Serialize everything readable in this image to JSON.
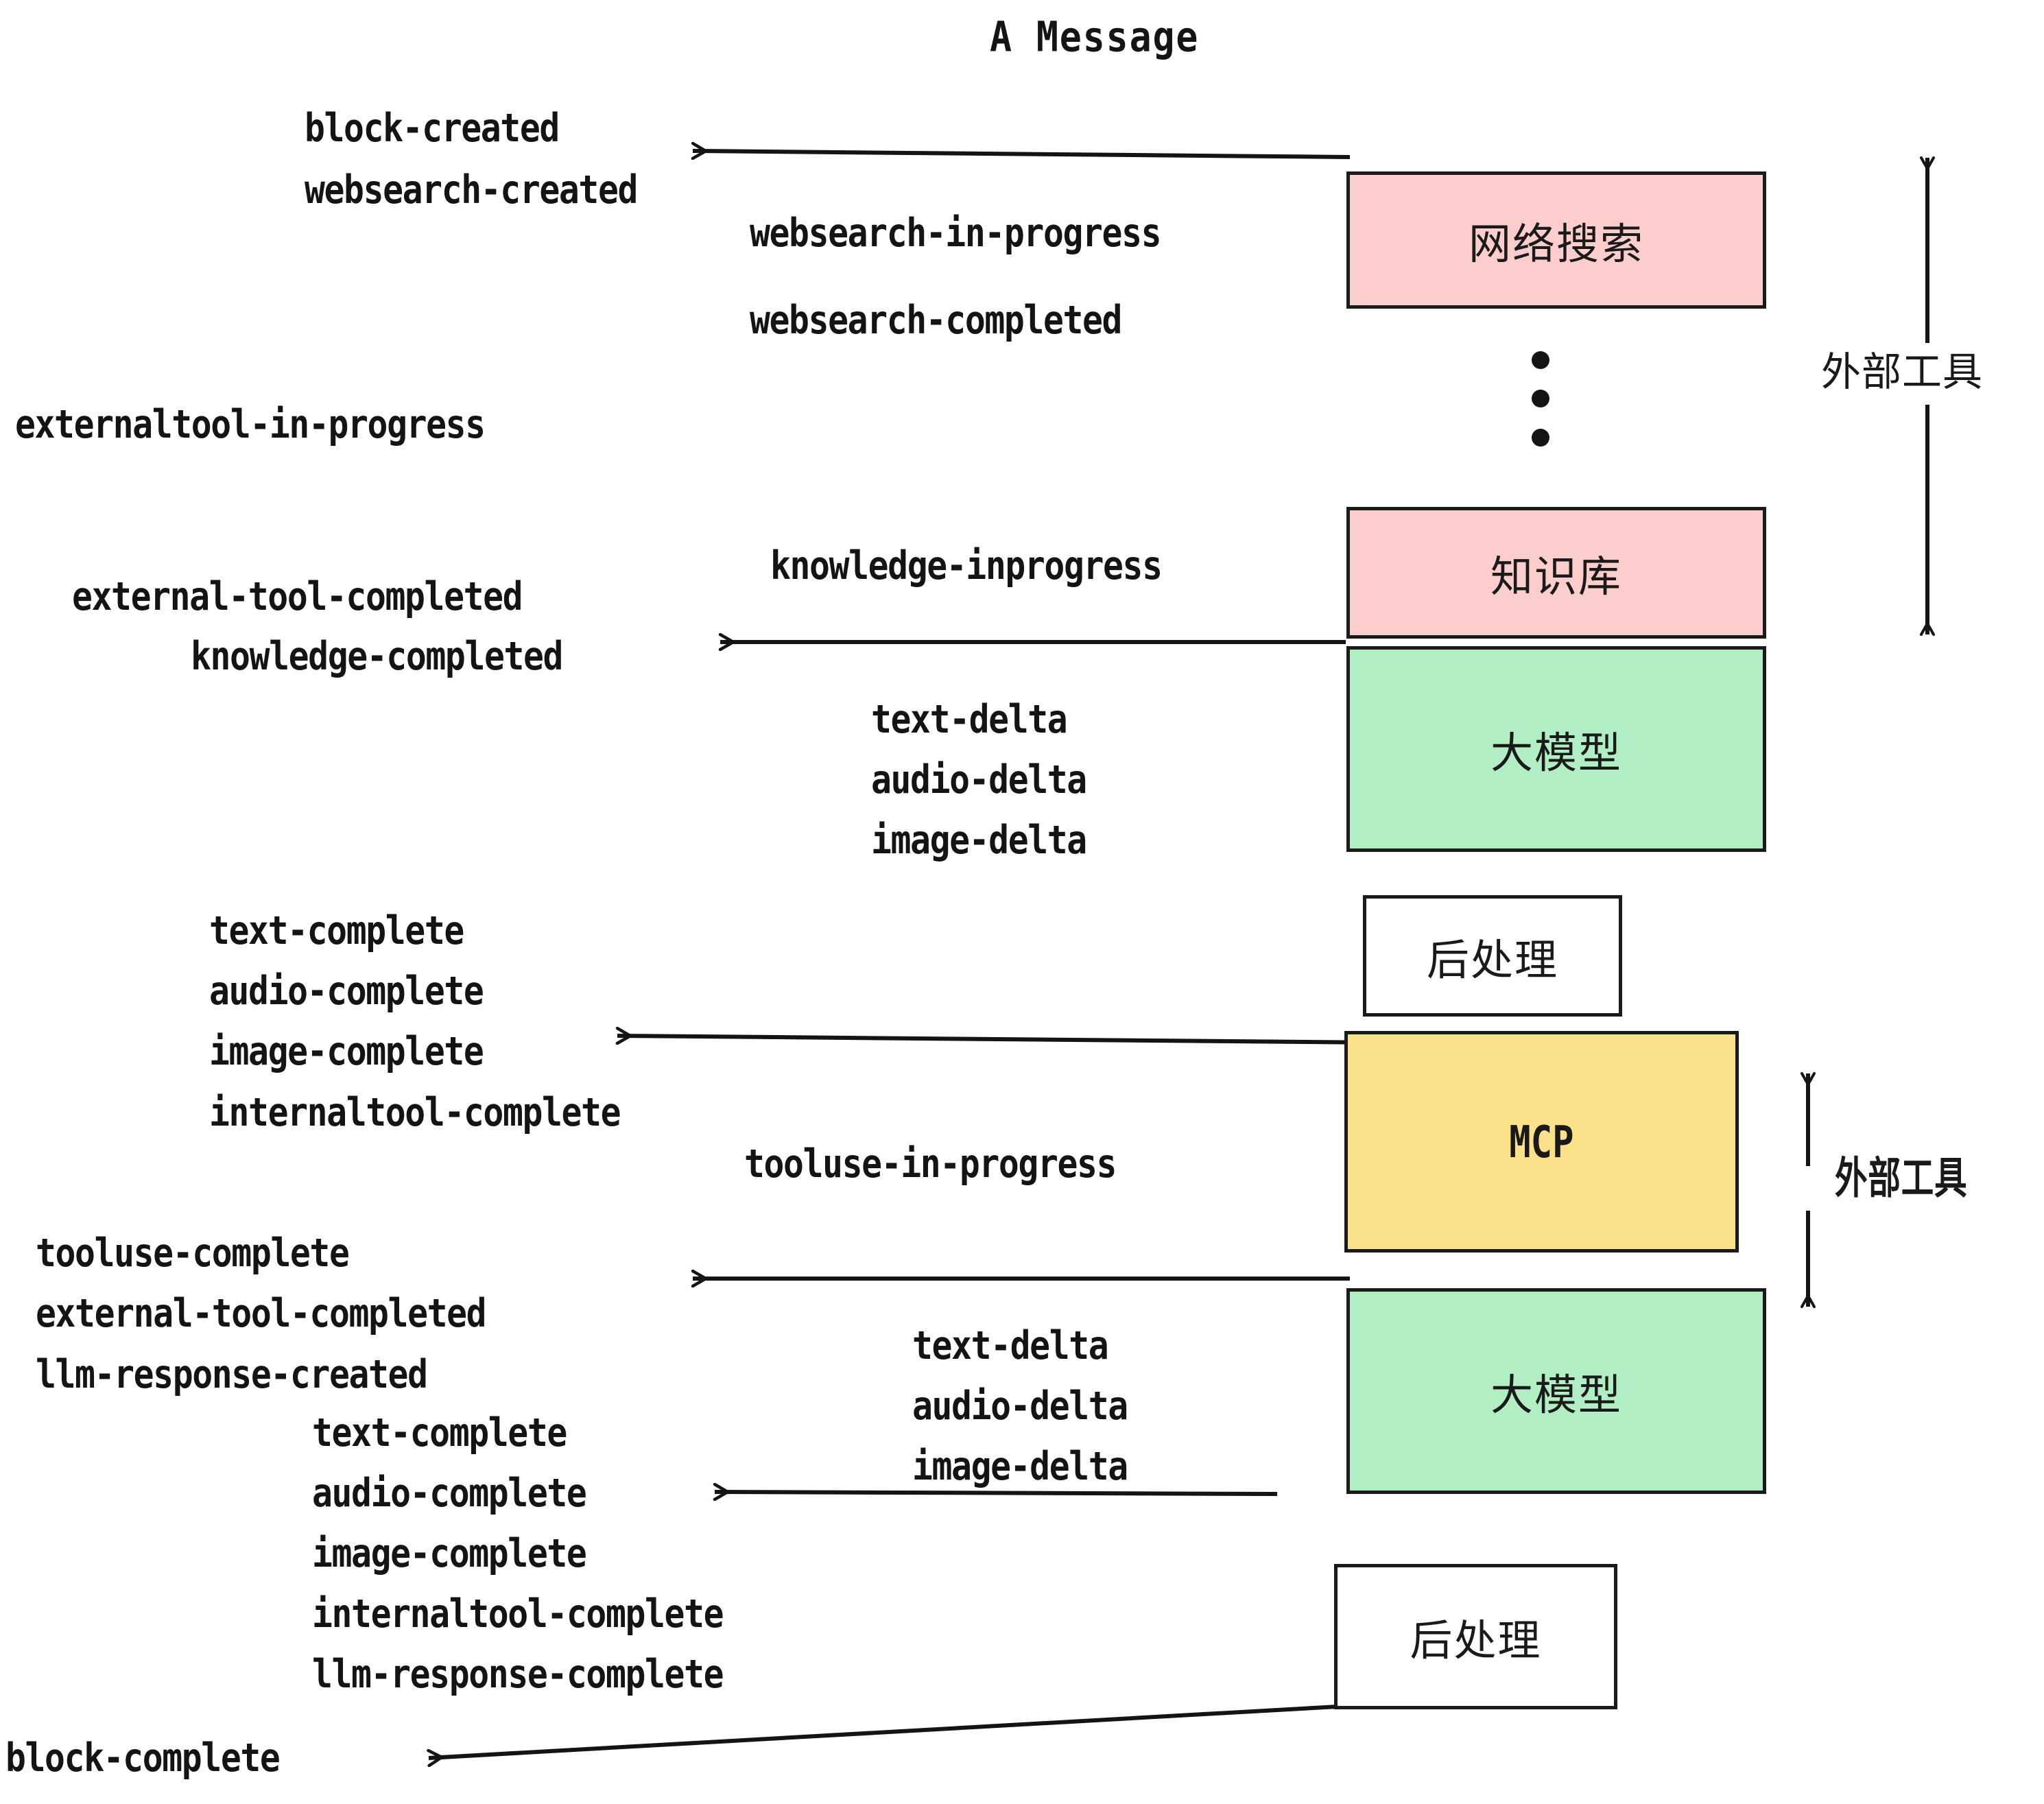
{
  "title": "A Message",
  "colors": {
    "pink": "#fbcdcd",
    "green": "#b2eec4",
    "yellow": "#fbe28a",
    "white": "#ffffff",
    "stroke": "#1a1a1a",
    "text": "#141414",
    "background": "#ffffff"
  },
  "nodes": [
    {
      "id": "websearch",
      "label": "网络搜索",
      "fill": "pink"
    },
    {
      "id": "knowledge",
      "label": "知识库",
      "fill": "pink"
    },
    {
      "id": "llm-1",
      "label": "大模型",
      "fill": "green"
    },
    {
      "id": "post-1",
      "label": "后处理",
      "fill": "white"
    },
    {
      "id": "mcp",
      "label": "MCP",
      "fill": "yellow"
    },
    {
      "id": "llm-2",
      "label": "大模型",
      "fill": "green"
    },
    {
      "id": "post-2",
      "label": "后处理",
      "fill": "white"
    }
  ],
  "side_labels": [
    {
      "id": "external-tools-top",
      "text": "外部工具"
    },
    {
      "id": "external-tools-bottom",
      "text": "外部工具"
    }
  ],
  "events": {
    "block_created": "block-created",
    "websearch_created": "websearch-created",
    "websearch_in_progress": "websearch-in-progress",
    "websearch_completed": "websearch-completed",
    "externaltool_in_progress": "externaltool-in-progress",
    "knowledge_inprogress": "knowledge-inprogress",
    "external_tool_completed_1": "external-tool-completed",
    "knowledge_completed": "knowledge-completed",
    "text_delta_1": "text-delta",
    "audio_delta_1": "audio-delta",
    "image_delta_1": "image-delta",
    "text_complete_1": "text-complete",
    "audio_complete_1": "audio-complete",
    "image_complete_1": "image-complete",
    "internaltool_complete_1": "internaltool-complete",
    "tooluse_in_progress": "tooluse-in-progress",
    "tooluse_complete": "tooluse-complete",
    "external_tool_completed_2": "external-tool-completed",
    "llm_response_created": "llm-response-created",
    "text_delta_2": "text-delta",
    "audio_delta_2": "audio-delta",
    "image_delta_2": "image-delta",
    "text_complete_2": "text-complete",
    "audio_complete_2": "audio-complete",
    "image_complete_2": "image-complete",
    "internaltool_complete_2": "internaltool-complete",
    "llm_response_complete": "llm-response-complete",
    "block_complete": "block-complete"
  }
}
